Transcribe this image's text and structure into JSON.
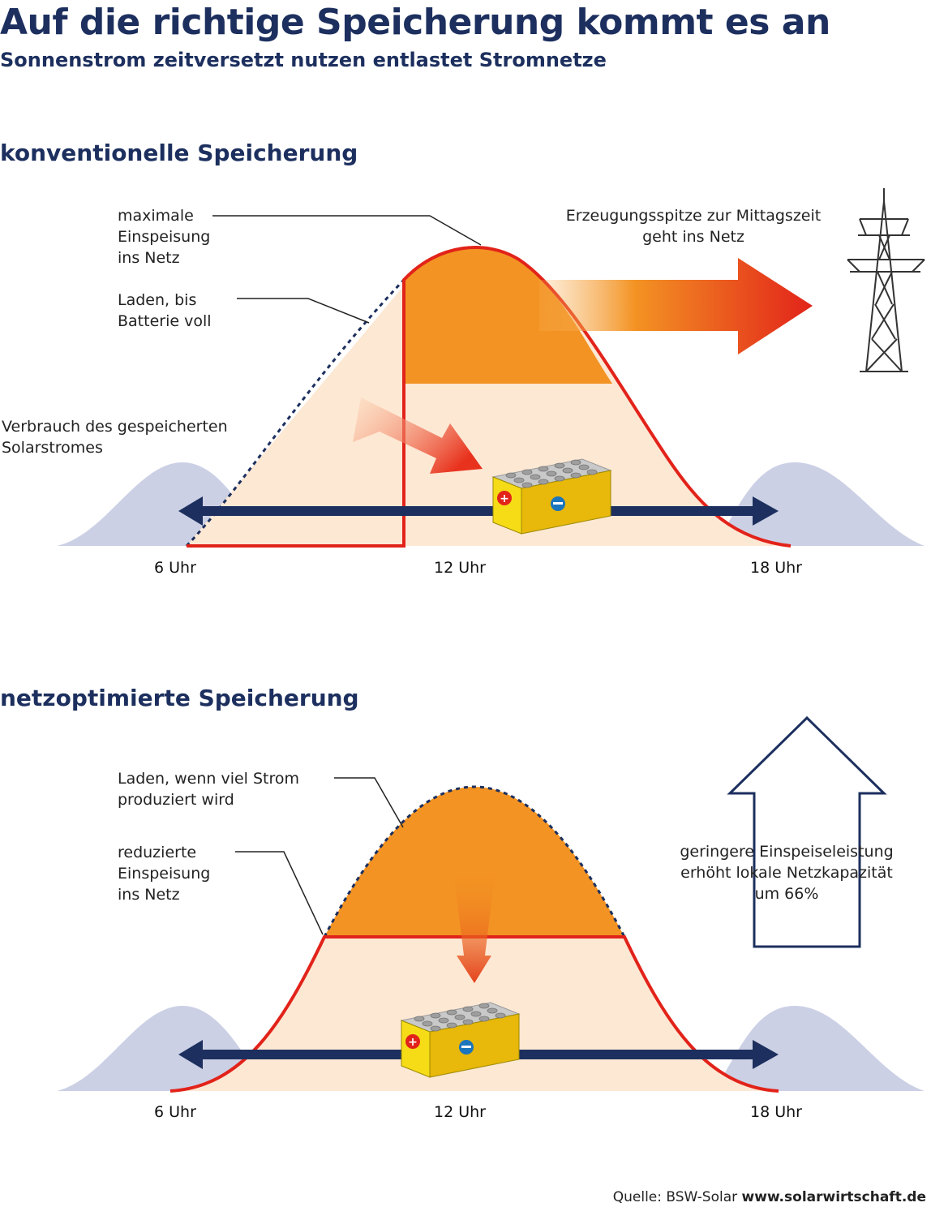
{
  "header": {
    "title": "Auf die richtige Speicherung kommt es an",
    "subtitle": "Sonnenstrom zeitversetzt nutzen entlastet Stromnetze"
  },
  "panel_conventional": {
    "title": "konventionelle Speicherung",
    "label_max_feed": [
      "maximale",
      "Einspeisung",
      "ins Netz"
    ],
    "label_charging": [
      "Laden, bis",
      "Batterie voll"
    ],
    "label_consumption": [
      "Verbrauch des gespeicherten",
      "Solarstromes"
    ],
    "label_peak": [
      "Erzeugungsspitze zur Mittagszeit",
      "geht ins Netz"
    ],
    "ticks": [
      "6 Uhr",
      "12 Uhr",
      "18 Uhr"
    ]
  },
  "panel_optimized": {
    "title": "netzoptimierte Speicherung",
    "label_charging": [
      "Laden, wenn viel Strom",
      "produziert wird"
    ],
    "label_reduced": [
      "reduzierte",
      "Einspeisung",
      "ins Netz"
    ],
    "label_capacity": [
      "geringere Einspeiseleistung",
      "erhöht lokale Netzkapazität",
      "um 66%"
    ],
    "ticks": [
      "6 Uhr",
      "12 Uhr",
      "18 Uhr"
    ]
  },
  "footer": {
    "source_prefix": "Quelle: BSW-Solar",
    "source_url": "www.solarwirtschaft.de"
  },
  "colors": {
    "navy": "#1c2f5e",
    "red_curve": "#e2231a",
    "orange_fill": "#f39323",
    "light_fill": "#fde8d4",
    "consumption_blob": "#ccd0e5",
    "battery_yellow": "#f6dc17"
  },
  "icons": [
    "pylon-icon",
    "battery-icon",
    "arrow-up-outline-icon",
    "arrow-right-gradient-icon",
    "arrow-down-gradient-icon"
  ]
}
